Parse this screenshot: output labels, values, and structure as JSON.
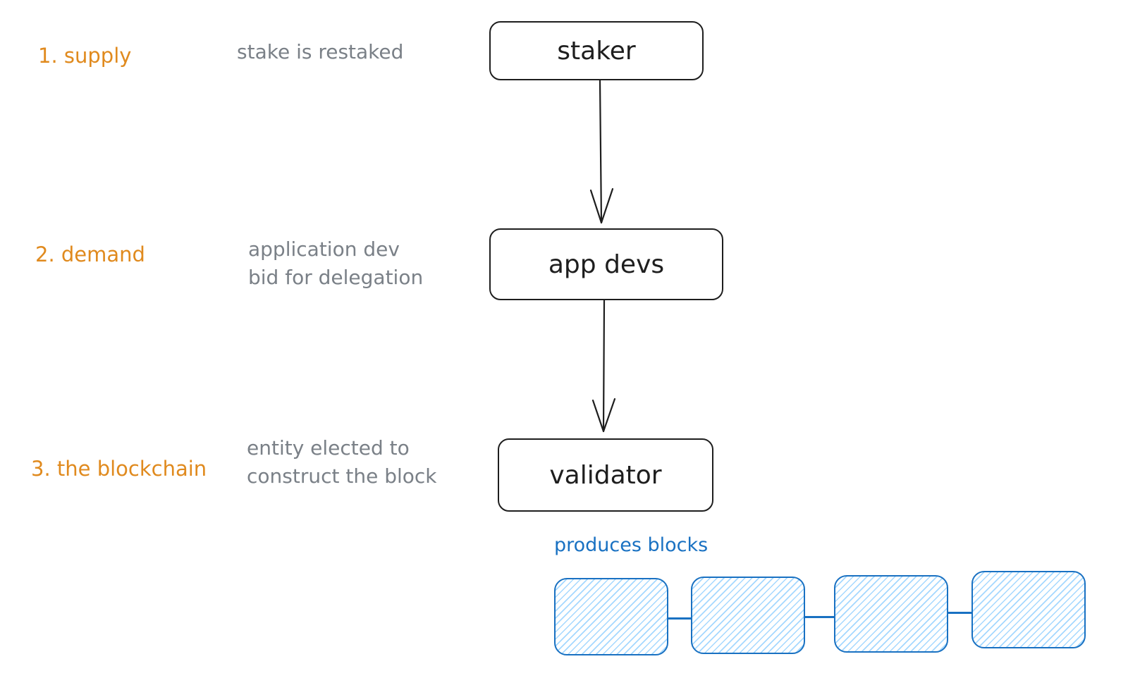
{
  "steps": [
    {
      "label": "1. supply",
      "description": [
        "stake is restaked"
      ]
    },
    {
      "label": "2. demand",
      "description": [
        "application dev",
        "bid for delegation"
      ]
    },
    {
      "label": "3. the blockchain",
      "description": [
        "entity elected to",
        "construct the block"
      ]
    }
  ],
  "nodes": {
    "staker": "staker",
    "app_devs": "app devs",
    "validator": "validator"
  },
  "blocks": {
    "label": "produces blocks",
    "count": 4
  },
  "colors": {
    "step_text": "#e08a1e",
    "description_text": "#7a8087",
    "node_border": "#1e1e1e",
    "block_stroke": "#1971c2",
    "block_hatch": "#a5d8ff"
  }
}
